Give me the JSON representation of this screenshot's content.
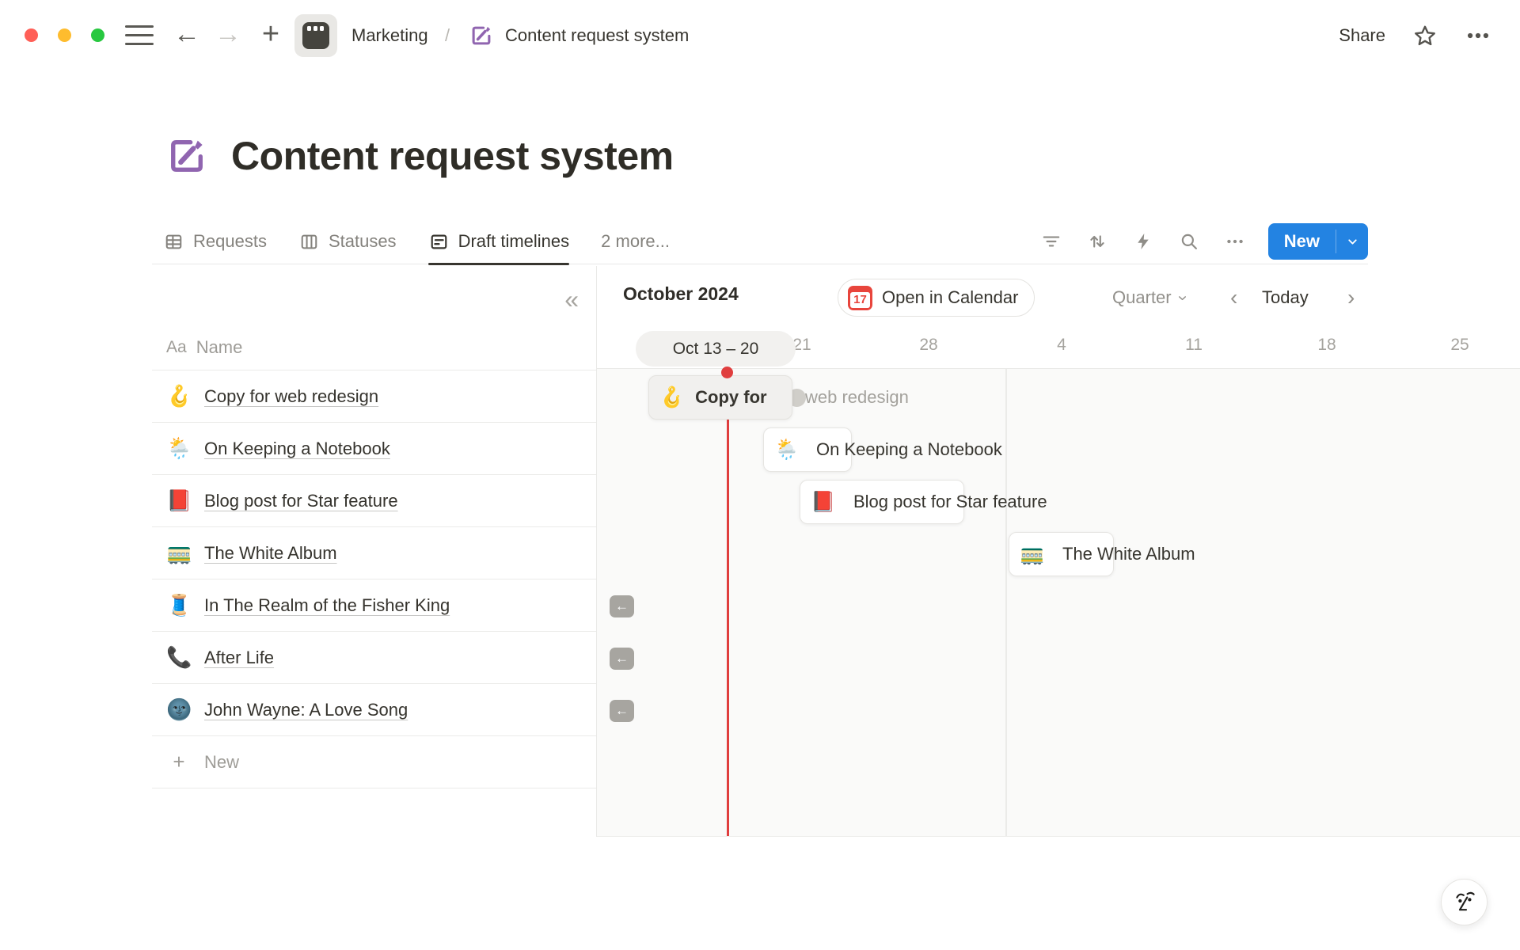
{
  "topbar": {
    "breadcrumb": {
      "workspace": "Marketing",
      "separator": "/",
      "page": "Content request system"
    },
    "share_label": "Share"
  },
  "page": {
    "title": "Content request system"
  },
  "tabs": {
    "items": [
      {
        "label": "Requests"
      },
      {
        "label": "Statuses"
      },
      {
        "label": "Draft timelines"
      },
      {
        "label": "2 more..."
      }
    ],
    "new_button_label": "New"
  },
  "sidebar": {
    "collapse_glyph": "«",
    "header": {
      "type_glyph": "Aa",
      "label": "Name"
    },
    "rows": [
      {
        "icon": "🪝",
        "title": "Copy for web redesign"
      },
      {
        "icon": "🌦️",
        "title": "On Keeping a Notebook"
      },
      {
        "icon": "📕",
        "title": "Blog post for Star feature"
      },
      {
        "icon": "🚃",
        "title": "The White Album"
      },
      {
        "icon": "🧵",
        "title": "In The Realm of the Fisher King"
      },
      {
        "icon": "📞",
        "title": "After Life"
      },
      {
        "icon": "🌚",
        "title": "John Wayne: A Love Song"
      }
    ],
    "new_row": {
      "plus_glyph": "+",
      "label": "New"
    }
  },
  "timeline": {
    "month_label": "October 2024",
    "open_in_calendar": {
      "icon_day": "17",
      "label": "Open in Calendar"
    },
    "zoom_level": "Quarter",
    "prev_glyph": "‹",
    "next_glyph": "›",
    "today_label": "Today",
    "week_pill": "Oct 13 – 20",
    "week_labels": [
      "21",
      "28",
      "4",
      "11",
      "18",
      "25"
    ],
    "bars": [
      {
        "icon": "🪝",
        "label_in_bar": "Copy for",
        "label_overflow": "web redesign"
      },
      {
        "icon": "🌦️",
        "label": "On Keeping a Notebook"
      },
      {
        "icon": "📕",
        "label": "Blog post for Star feature"
      },
      {
        "icon": "🚃",
        "label": "The White Album"
      }
    ],
    "jump_arrow_glyph": "←"
  },
  "colors": {
    "accent_blue": "#2383e2",
    "today_red": "#e03e3e",
    "page_icon_purple": "#9065b0",
    "calendar_red": "#e8453c",
    "traffic_red": "#ff5f57",
    "traffic_yellow": "#febc2e",
    "traffic_green": "#28c840"
  }
}
